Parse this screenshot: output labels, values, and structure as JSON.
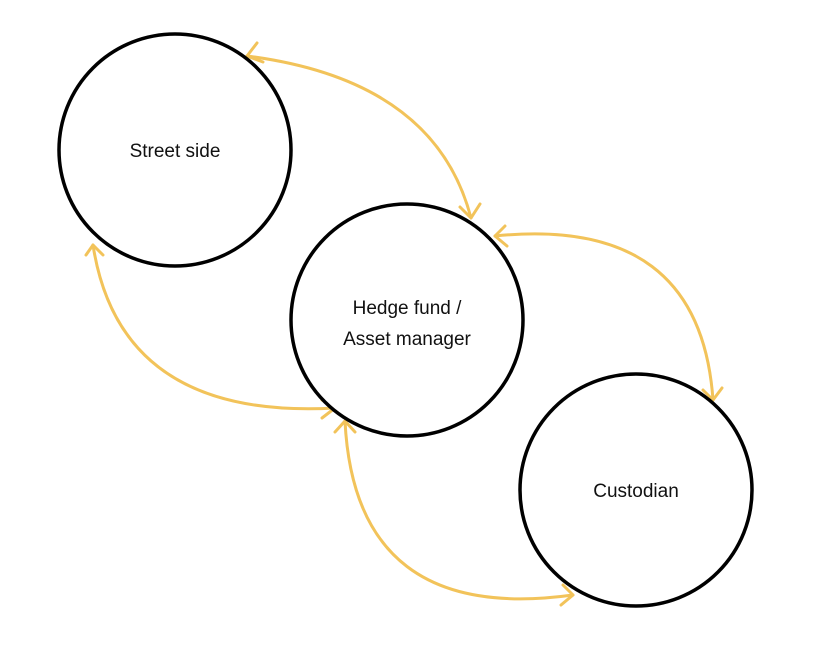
{
  "diagram": {
    "nodes": {
      "street_side": {
        "label": "Street side"
      },
      "hedge_fund": {
        "label_line1": "Hedge fund /",
        "label_line2": "Asset manager"
      },
      "custodian": {
        "label": "Custodian"
      }
    },
    "connections": [
      {
        "from": "Street side",
        "to": "Hedge fund / Asset manager",
        "direction": "bidirectional"
      },
      {
        "from": "Street side",
        "to": "Hedge fund / Asset manager",
        "direction": "bidirectional"
      },
      {
        "from": "Hedge fund / Asset manager",
        "to": "Custodian",
        "direction": "bidirectional"
      },
      {
        "from": "Hedge fund / Asset manager",
        "to": "Custodian",
        "direction": "bidirectional"
      }
    ],
    "colors": {
      "arrow": "#F2C35A",
      "node_border": "#000000",
      "background": "#FFFFFF"
    }
  }
}
